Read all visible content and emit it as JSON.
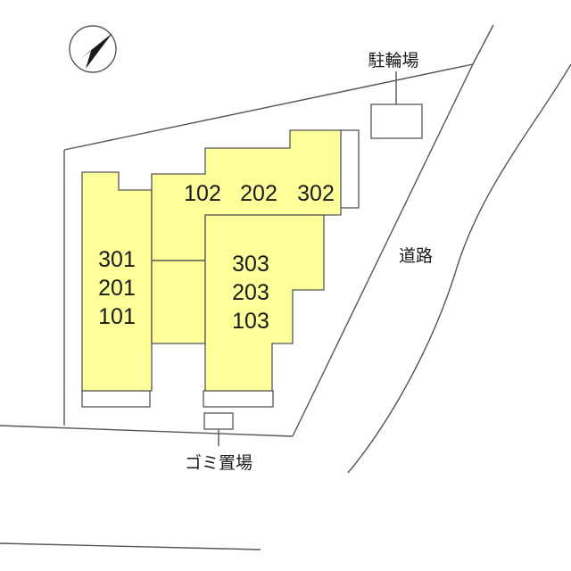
{
  "colors": {
    "building_fill": "#ffff99",
    "line": "#555555",
    "text": "#1a1a1a",
    "background": "#ffffff"
  },
  "icons": {
    "north_arrow": "north-arrow-icon"
  },
  "units": {
    "left_block": [
      "301",
      "201",
      "101"
    ],
    "top_block": [
      "102",
      "202",
      "302"
    ],
    "right_block": [
      "303",
      "203",
      "103"
    ]
  },
  "labels": {
    "bicycle_parking": "駐輪場",
    "road": "道路",
    "garbage_area": "ゴミ置場"
  }
}
